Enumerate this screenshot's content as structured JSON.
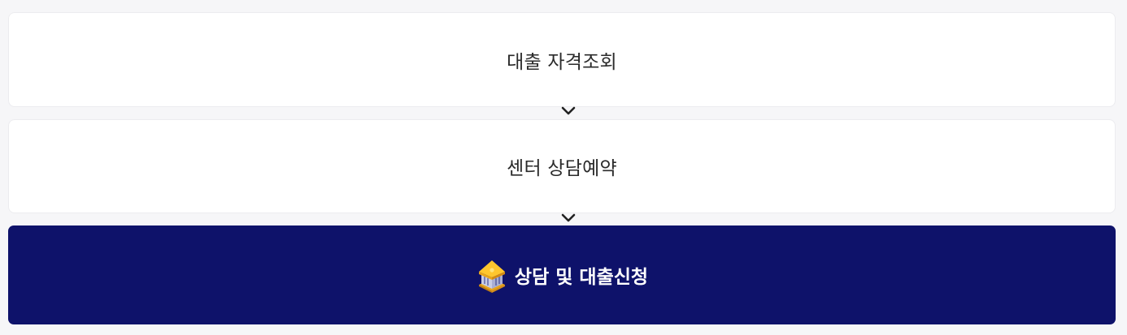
{
  "steps": [
    {
      "label": "대출 자격조회"
    },
    {
      "label": "센터 상담예약"
    }
  ],
  "cta": {
    "label": "상담 및 대출신청",
    "icon": "bank-building-icon",
    "background": "#0e126a"
  },
  "icons": {
    "arrow": "chevron-down-icon"
  }
}
